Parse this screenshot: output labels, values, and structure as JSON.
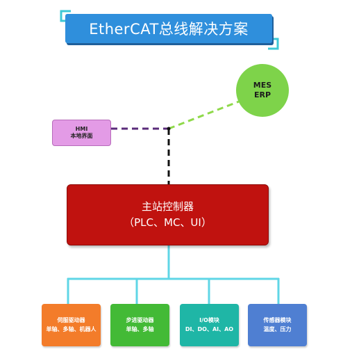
{
  "title": "EtherCAT总线解决方案",
  "mes": {
    "line1": "MES",
    "line2": "ERP"
  },
  "hmi": {
    "line1": "HMI",
    "line2": "本地界面"
  },
  "master": {
    "line1": "主站控制器",
    "line2": "（PLC、MC、UI）"
  },
  "modules": [
    {
      "line1": "伺服驱动器",
      "line2": "单轴、多轴、机器人"
    },
    {
      "line1": "步进驱动器",
      "line2": "单轴、多轴"
    },
    {
      "line1": "I/O模块",
      "line2": "DI、DO、AI、AO"
    },
    {
      "line1": "传感器模块",
      "line2": "温度、压力"
    }
  ],
  "colors": {
    "title_bg": "#2f8fdc",
    "bracket": "#3ec8d6",
    "mes": "#7ed34a",
    "hmi": "#e39be6",
    "master": "#c0120f",
    "bus_line": "#5fd6e6",
    "hmi_link": "#5a2a7a",
    "mes_link": "#8fd94a",
    "servo": "#f37c2a",
    "stepper": "#43ba36",
    "io": "#1fb6a6",
    "sensor": "#4f7fd2"
  }
}
